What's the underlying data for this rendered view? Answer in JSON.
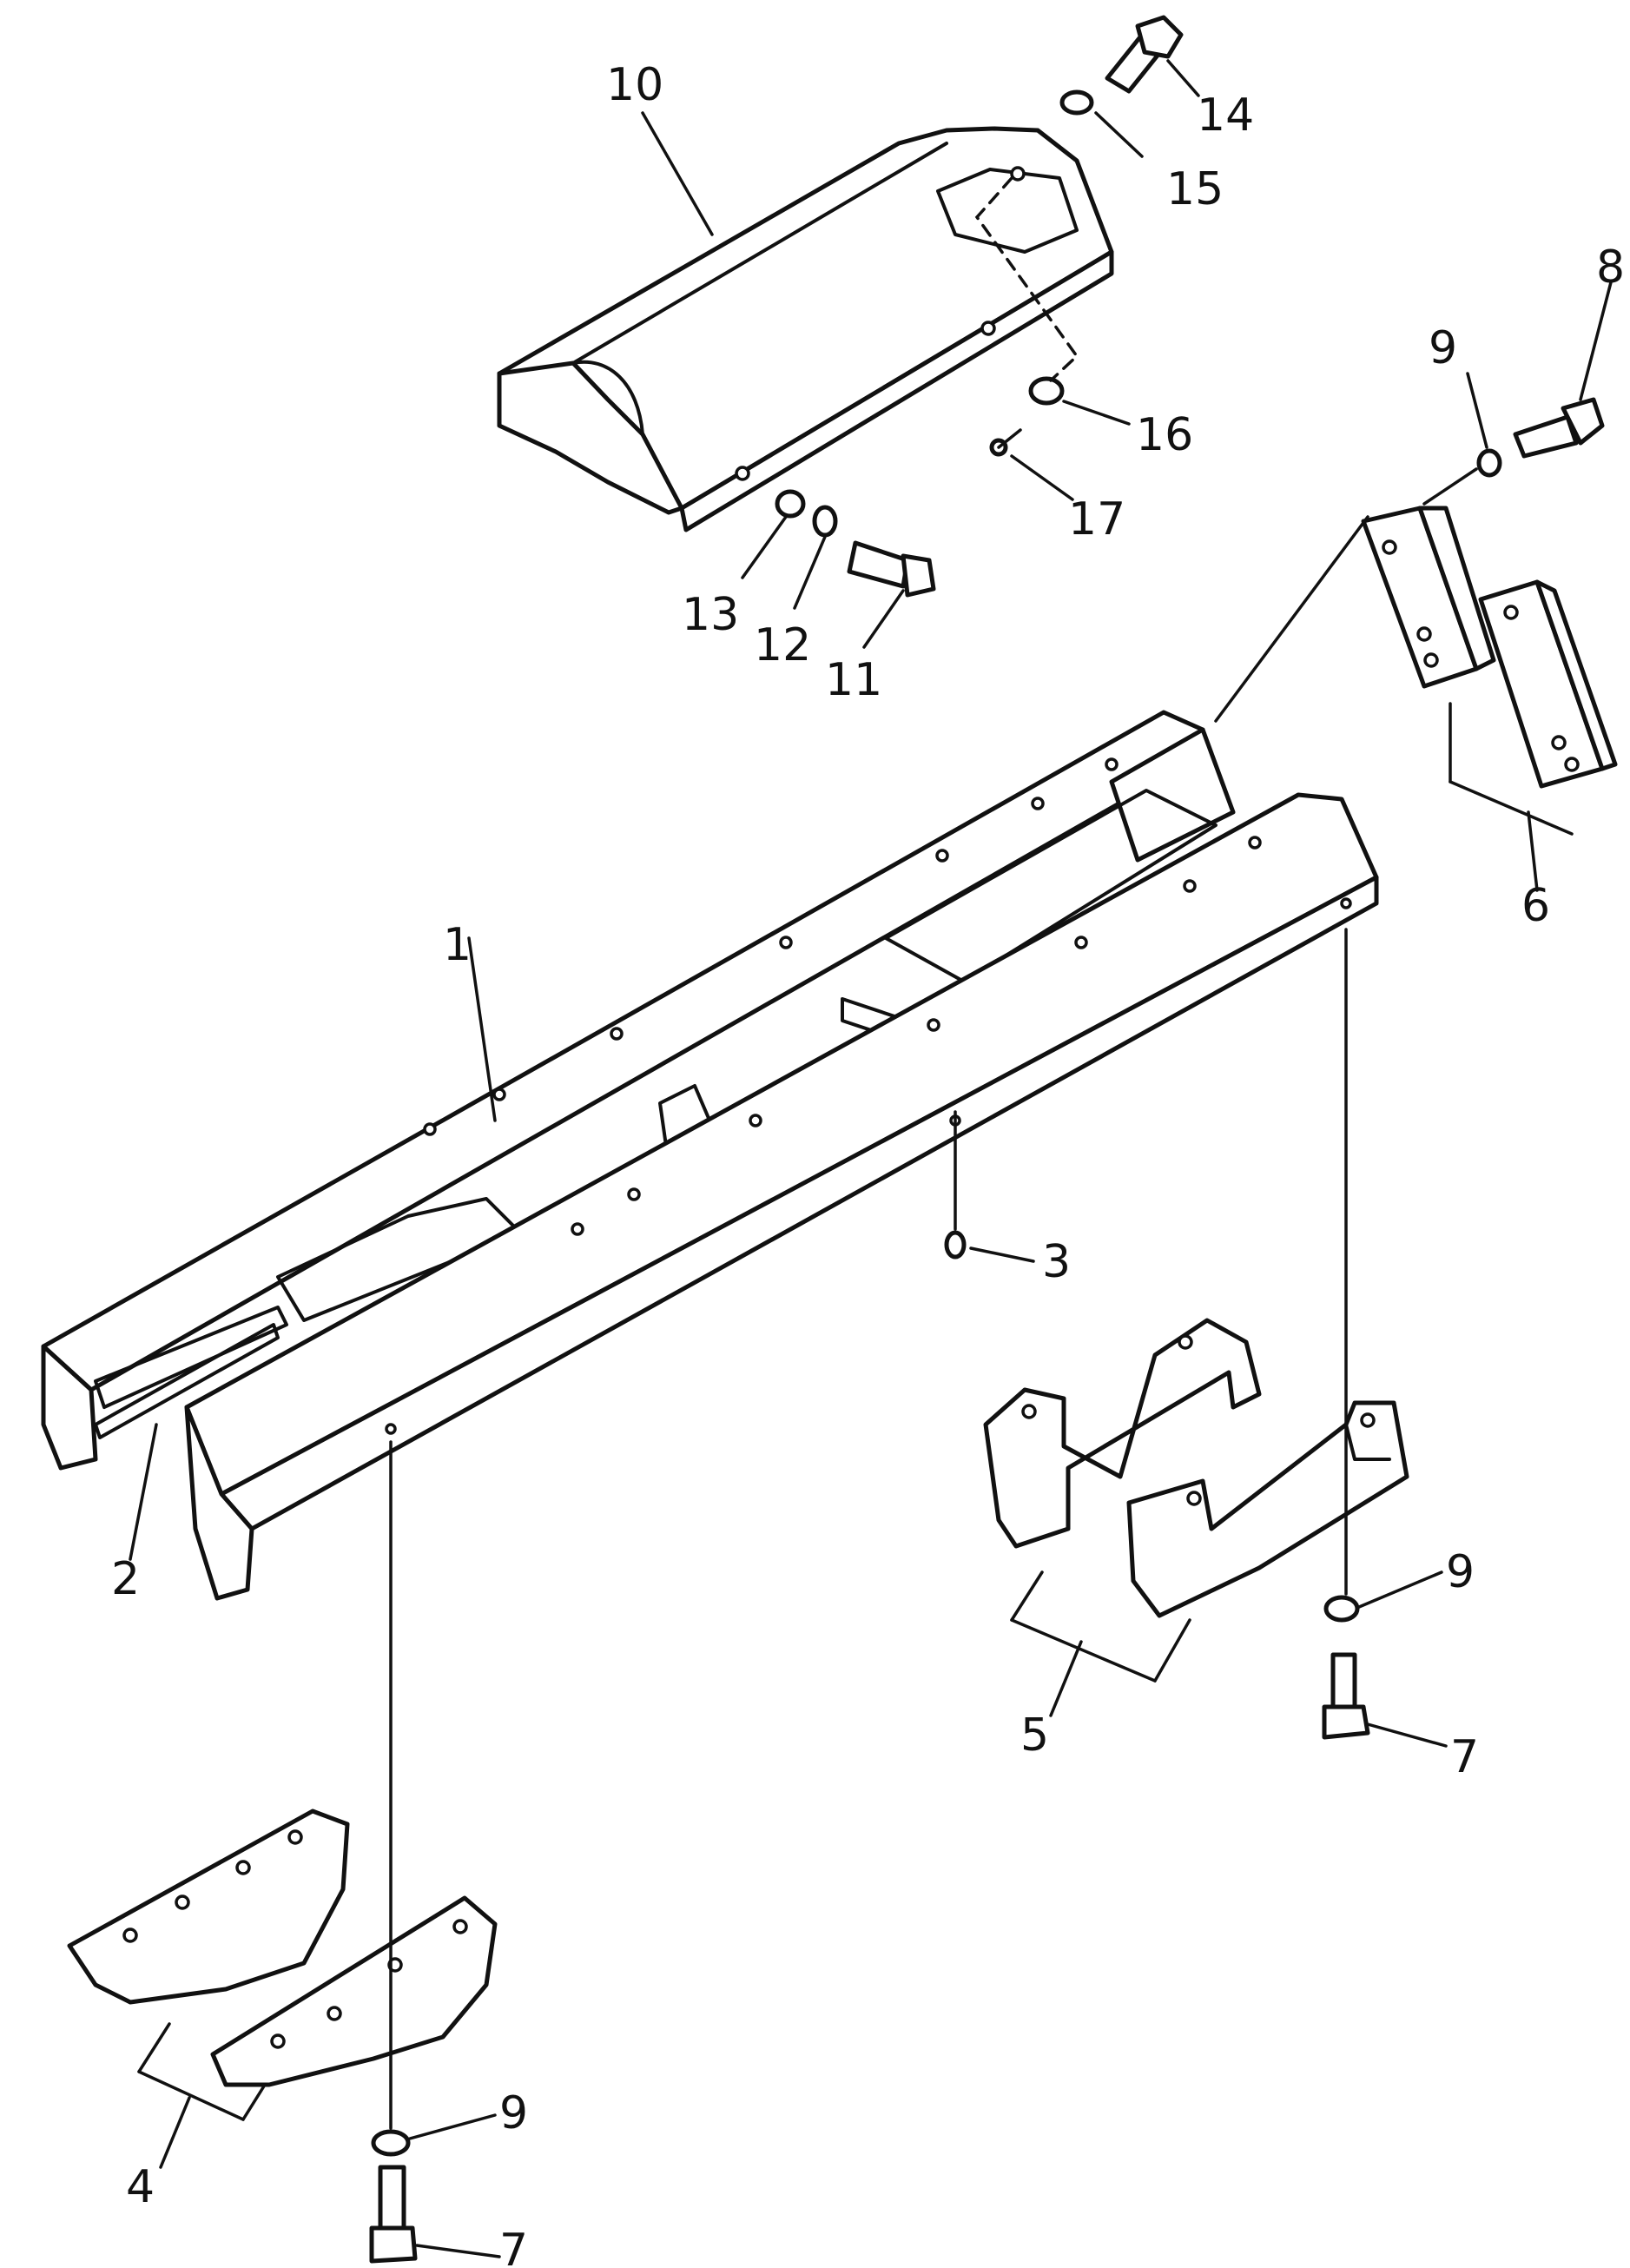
{
  "callouts": {
    "c1": "1",
    "c2": "2",
    "c3": "3",
    "c4": "4",
    "c5": "5",
    "c6": "6",
    "c7a": "7",
    "c7b": "7",
    "c8": "8",
    "c9a": "9",
    "c9b": "9",
    "c9c": "9",
    "c10": "10",
    "c11": "11",
    "c12": "12",
    "c13": "13",
    "c14": "14",
    "c15": "15",
    "c16": "16",
    "c17": "17"
  }
}
